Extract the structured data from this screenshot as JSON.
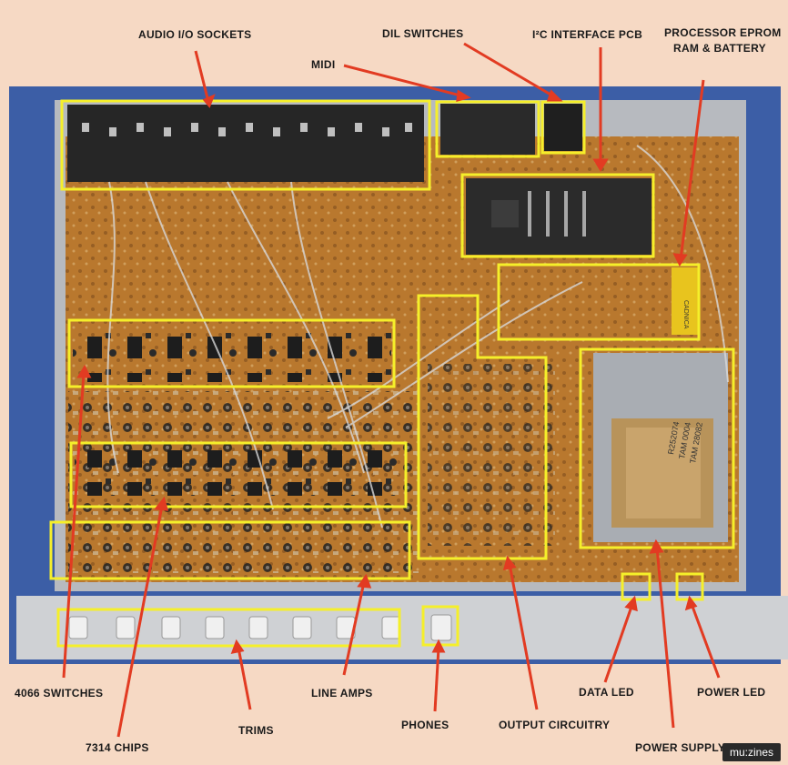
{
  "labels": {
    "audio_io": "AUDIO I/O SOCKETS",
    "dil": "DIL SWITCHES",
    "i2c": "I²C INTERFACE PCB",
    "processor_line1": "PROCESSOR EPROM",
    "processor_line2": "RAM & BATTERY",
    "midi": "MIDI",
    "switches_4066": "4066 SWITCHES",
    "chips_7314": "7314 CHIPS",
    "trims": "TRIMS",
    "line_amps": "LINE AMPS",
    "phones": "PHONES",
    "output": "OUTPUT CIRCUITRY",
    "data_led": "DATA LED",
    "power_led": "POWER LED",
    "power_supply": "POWER SUPPLY"
  },
  "board_text": {
    "battery": "CADNICA",
    "transformer_line1": "R252074",
    "transformer_line2": "TAM 0004",
    "transformer_line3": "TAM 28082"
  },
  "brand": "mu:zines",
  "colors": {
    "highlight": "#f5ef2a",
    "arrow": "#e23b22",
    "background": "#f6d9c4",
    "chassis_blue": "#3c5ea6",
    "pcb": "#b9782e"
  }
}
